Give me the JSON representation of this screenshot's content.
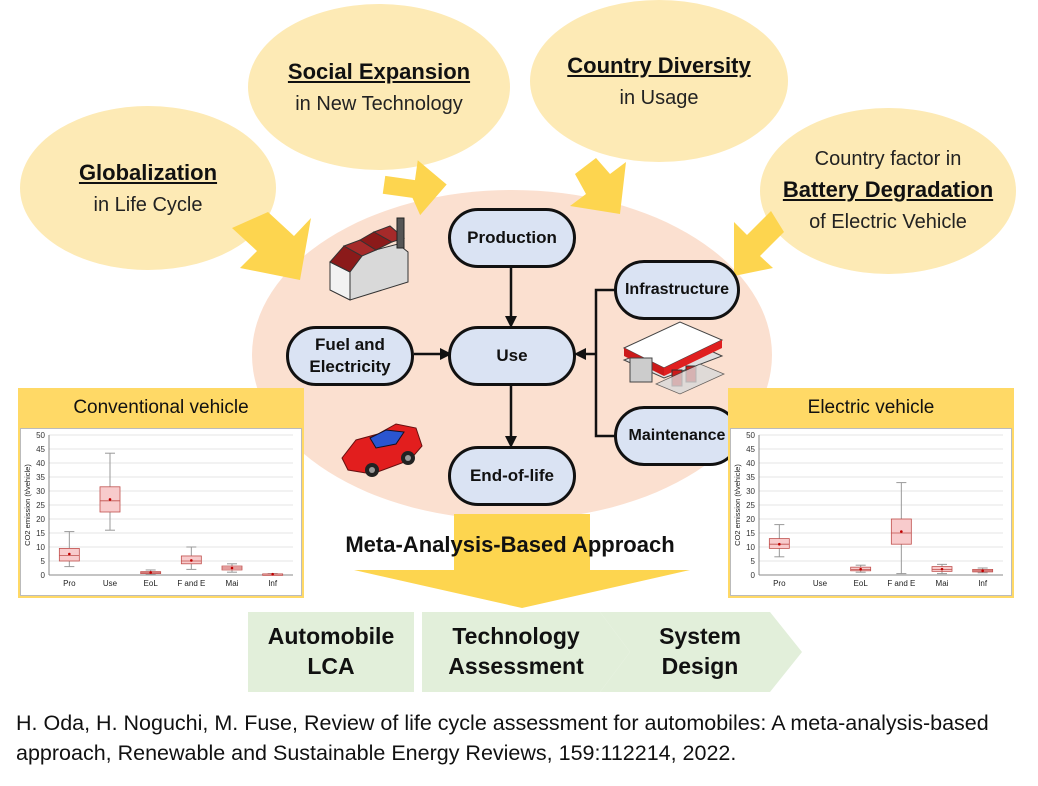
{
  "bubbles": {
    "social": {
      "title": "Social Expansion",
      "sub": "in New Technology"
    },
    "country": {
      "title": "Country Diversity",
      "sub": "in Usage"
    },
    "global": {
      "title": "Globalization",
      "sub": "in Life Cycle"
    },
    "battery": {
      "pre": "Country factor in",
      "title": "Battery Degradation",
      "sub": "of Electric Vehicle"
    }
  },
  "nodes": {
    "production": "Production",
    "use": "Use",
    "fuel_line1": "Fuel and",
    "fuel_line2": "Electricity",
    "endoflife": "End-of-life",
    "infrastructure": "Infrastructure",
    "maintenance": "Maintenance"
  },
  "approach": "Meta-Analysis-Based Approach",
  "chevrons": [
    {
      "line1": "Automobile",
      "line2": "LCA"
    },
    {
      "line1": "Technology",
      "line2": "Assessment"
    },
    {
      "line1": "System",
      "line2": "Design"
    }
  ],
  "citation": "H. Oda, H. Noguchi, M. Fuse, Review of life cycle assessment for automobiles: A meta-analysis-based approach, Renewable and Sustainable Energy Reviews, 159:112214, 2022.",
  "colors": {
    "bubble": "#fdeab5",
    "center": "#fbe0d0",
    "node": "#dae3f3",
    "arrow_yellow": "#fdd54f",
    "panel": "#ffd966",
    "chevron": "#e2efda",
    "box_fill": "#f8cbcc",
    "box_stroke": "#c0504d"
  },
  "chart_data": [
    {
      "type": "box",
      "title": "Conventional vehicle",
      "ylabel": "CO2 emission (t/vehicle)",
      "ylim": [
        0,
        50
      ],
      "yticks": [
        0,
        5,
        10,
        15,
        20,
        25,
        30,
        35,
        40,
        45,
        50
      ],
      "categories": [
        "Pro",
        "Use",
        "EoL",
        "F and E",
        "Mai",
        "Inf"
      ],
      "boxes": [
        {
          "min": 3,
          "q1": 5,
          "median": 7,
          "q3": 9.5,
          "max": 15.5,
          "mean": 7.5
        },
        {
          "min": 16,
          "q1": 22.5,
          "median": 26.5,
          "q3": 31.5,
          "max": 43.5,
          "mean": 27
        },
        {
          "min": 0.2,
          "q1": 0.5,
          "median": 0.8,
          "q3": 1.2,
          "max": 1.8,
          "mean": 0.9
        },
        {
          "min": 2,
          "q1": 4,
          "median": 5,
          "q3": 6.8,
          "max": 10,
          "mean": 5.2
        },
        {
          "min": 1,
          "q1": 1.8,
          "median": 2.5,
          "q3": 3.2,
          "max": 4,
          "mean": 2.5
        },
        {
          "min": 0.1,
          "q1": 0.2,
          "median": 0.3,
          "q3": 0.4,
          "max": 0.5,
          "mean": 0.3
        }
      ]
    },
    {
      "type": "box",
      "title": "Electric vehicle",
      "ylabel": "CO2 emission (t/vehicle)",
      "ylim": [
        0,
        50
      ],
      "yticks": [
        0,
        5,
        10,
        15,
        20,
        25,
        30,
        35,
        40,
        45,
        50
      ],
      "categories": [
        "Pro",
        "Use",
        "EoL",
        "F and E",
        "Mai",
        "Inf"
      ],
      "boxes": [
        {
          "min": 6.5,
          "q1": 9.5,
          "median": 11,
          "q3": 13,
          "max": 18,
          "mean": 11
        },
        null,
        {
          "min": 1,
          "q1": 1.5,
          "median": 2,
          "q3": 2.8,
          "max": 3.5,
          "mean": 2.1
        },
        {
          "min": 0.5,
          "q1": 11,
          "median": 15,
          "q3": 20,
          "max": 33,
          "mean": 15.5
        },
        {
          "min": 0.5,
          "q1": 1.3,
          "median": 2,
          "q3": 3,
          "max": 3.8,
          "mean": 2.1
        },
        {
          "min": 0.8,
          "q1": 1.1,
          "median": 1.5,
          "q3": 2,
          "max": 2.5,
          "mean": 1.5
        }
      ]
    }
  ]
}
